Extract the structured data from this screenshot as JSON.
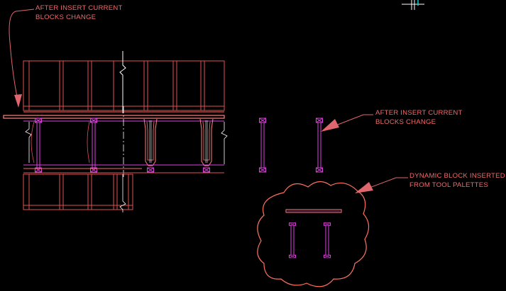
{
  "viewport": {
    "background": "#000000"
  },
  "colors": {
    "annotation": "#ee6a6a",
    "leader": "#e0666e",
    "block_magenta": "#e040e0",
    "wall_red": "#e05050",
    "revcloud": "#ff7060",
    "ucs_cyan": "#00e0e0",
    "ucs_white": "#ffffff",
    "centerline": "#ffffff"
  },
  "annotations": {
    "note_top_left": {
      "line1": "AFTER INSERT CURRENT",
      "line2": "BLOCKS CHANGE"
    },
    "note_middle_right": {
      "line1": "AFTER INSERT CURRENT",
      "line2": "BLOCKS CHANGE"
    },
    "note_dynamic_block": {
      "line1": "DYNAMIC BLOCK INSERTED",
      "line2": "FROM TOOL PALETTES"
    }
  },
  "icons": {
    "ucs": "ucs-icon"
  }
}
